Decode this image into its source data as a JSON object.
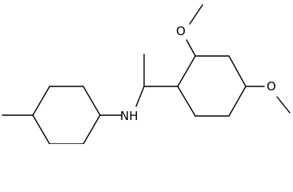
{
  "molecule": {
    "atom_labels": {
      "nh": "NH",
      "ortho_oxygen": "O",
      "para_oxygen": "O"
    },
    "colors": {
      "bond": "#000000",
      "text": "#000000",
      "background": "#ffffff"
    }
  }
}
